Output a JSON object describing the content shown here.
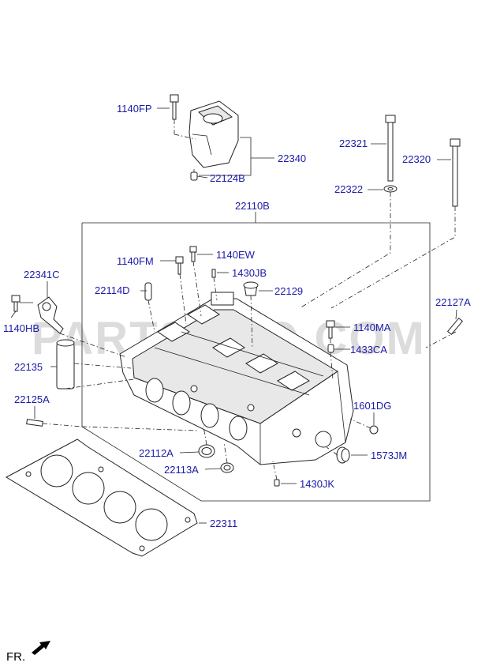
{
  "watermark": "PARTSOUQ.COM",
  "orientation_label": "FR.",
  "labels": {
    "p1140FP": "1140FP",
    "p22340": "22340",
    "p22124B": "22124B",
    "p22321": "22321",
    "p22320": "22320",
    "p22322": "22322",
    "p22110B": "22110B",
    "p1140FM": "1140FM",
    "p1140EW": "1140EW",
    "p1430JB": "1430JB",
    "p22341C": "22341C",
    "p22114D": "22114D",
    "p22129": "22129",
    "p22127A": "22127A",
    "p1140HB": "1140HB",
    "p1140MA": "1140MA",
    "p1433CA": "1433CA",
    "p22135": "22135",
    "p22125A": "22125A",
    "p1601DG": "1601DG",
    "p22112A": "22112A",
    "p1573JM": "1573JM",
    "p22113A": "22113A",
    "p1430JK": "1430JK",
    "p22311": "22311"
  }
}
